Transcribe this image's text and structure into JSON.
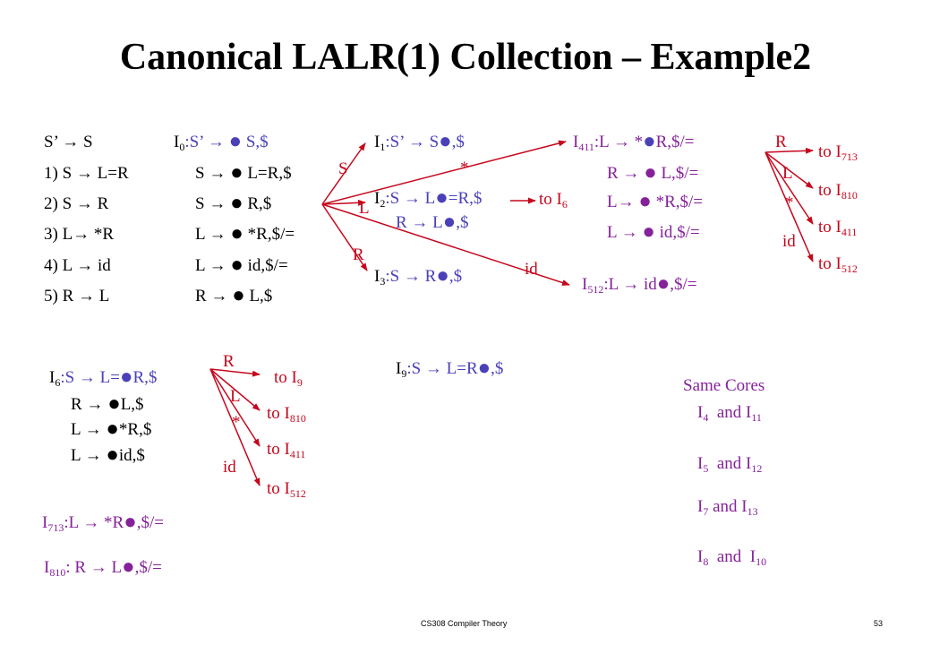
{
  "title": "Canonical LALR(1) Collection – Example2",
  "grammar": [
    "S’ → S",
    "1) S → L=R",
    "2) S → R",
    "3) L→ *R",
    "4) L → id",
    "5) R → L"
  ],
  "i0": {
    "head_pre": "I",
    "head_sub": "0",
    "head_a": ":S’ → ",
    "head_b": "S,$",
    "items": [
      {
        "a": "S → ",
        "b": "L=R,$"
      },
      {
        "a": "S → ",
        "b": "R,$"
      },
      {
        "a": "L → ",
        "b": "*R,$/="
      },
      {
        "a": "L → ",
        "b": "id,$/="
      },
      {
        "a": "R → ",
        "b": "L,$"
      }
    ]
  },
  "i1": {
    "pre": "I",
    "sub": "1",
    "a": ":S’ → S",
    "b": ",$"
  },
  "i2": {
    "pre": "I",
    "sub": "2",
    "a": ":S → L",
    "b": "=R,$",
    "c": "R → L",
    "d": ",$"
  },
  "i3": {
    "pre": "I",
    "sub": "3",
    "a": ":S → R",
    "b": ",$"
  },
  "i411": {
    "pre": "I",
    "sub": "411",
    "a": ":L → *",
    "b": "R,$/=",
    "items": [
      {
        "a": "R → ",
        "b": "L,$/="
      },
      {
        "a": "L→ ",
        "b": "*R,$/="
      },
      {
        "a": "L → ",
        "b": "id,$/="
      }
    ]
  },
  "i512": {
    "pre": "I",
    "sub": "512",
    "a": ":L → id",
    "b": ",$/="
  },
  "i6": {
    "pre": "I",
    "sub": "6",
    "a": ":S → L=",
    "b": "R,$",
    "items": [
      {
        "a": "R → ",
        "b": "L,$"
      },
      {
        "a": "L → ",
        "b": "*R,$"
      },
      {
        "a": "L → ",
        "b": "id,$"
      }
    ]
  },
  "i9": {
    "pre": "I",
    "sub": "9",
    "a": ":S → L=R",
    "b": ",$"
  },
  "i713": {
    "pre": "I",
    "sub": "713",
    "a": ":L → *R",
    "b": ",$/="
  },
  "i810": {
    "pre": "I",
    "sub": "810",
    "a": ":  R → L",
    "b": ",$/="
  },
  "dot": "●",
  "edges_i0": {
    "s": "S",
    "l": "L",
    "r": "R",
    "star": "*",
    "id": "id"
  },
  "to_i6": {
    "pre": "to I",
    "sub": "6"
  },
  "edges_i411": {
    "r": "R",
    "l": "L",
    "star": "*",
    "id": "id"
  },
  "targets_i411": [
    {
      "pre": "to I",
      "sub": "713"
    },
    {
      "pre": "to I",
      "sub": "810"
    },
    {
      "pre": "to I",
      "sub": "411"
    },
    {
      "pre": "to I",
      "sub": "512"
    }
  ],
  "edges_i6": {
    "r": "R",
    "l": "L",
    "star": "*",
    "id": "id"
  },
  "targets_i6": [
    {
      "pre": "to I",
      "sub": "9"
    },
    {
      "pre": "to I",
      "sub": "810"
    },
    {
      "pre": "to I",
      "sub": "411"
    },
    {
      "pre": "to I",
      "sub": "512"
    }
  ],
  "same_cores": {
    "heading": "Same Cores",
    "pairs": [
      {
        "a": "I",
        "asub": "4",
        "mid": "  and I",
        "bsub": "11"
      },
      {
        "a": "I",
        "asub": "5",
        "mid": "  and I",
        "bsub": "12"
      },
      {
        "a": "I",
        "asub": "7",
        "mid": " and I",
        "bsub": "13"
      },
      {
        "a": "I",
        "asub": "8",
        "mid": "  and  I",
        "bsub": "10"
      }
    ]
  },
  "footer": {
    "course": "CS308 Compiler Theory",
    "page": "53"
  },
  "colors": {
    "black": "#000000",
    "blue": "#4a41b9",
    "red": "#c5071c",
    "purple": "#85229a"
  }
}
